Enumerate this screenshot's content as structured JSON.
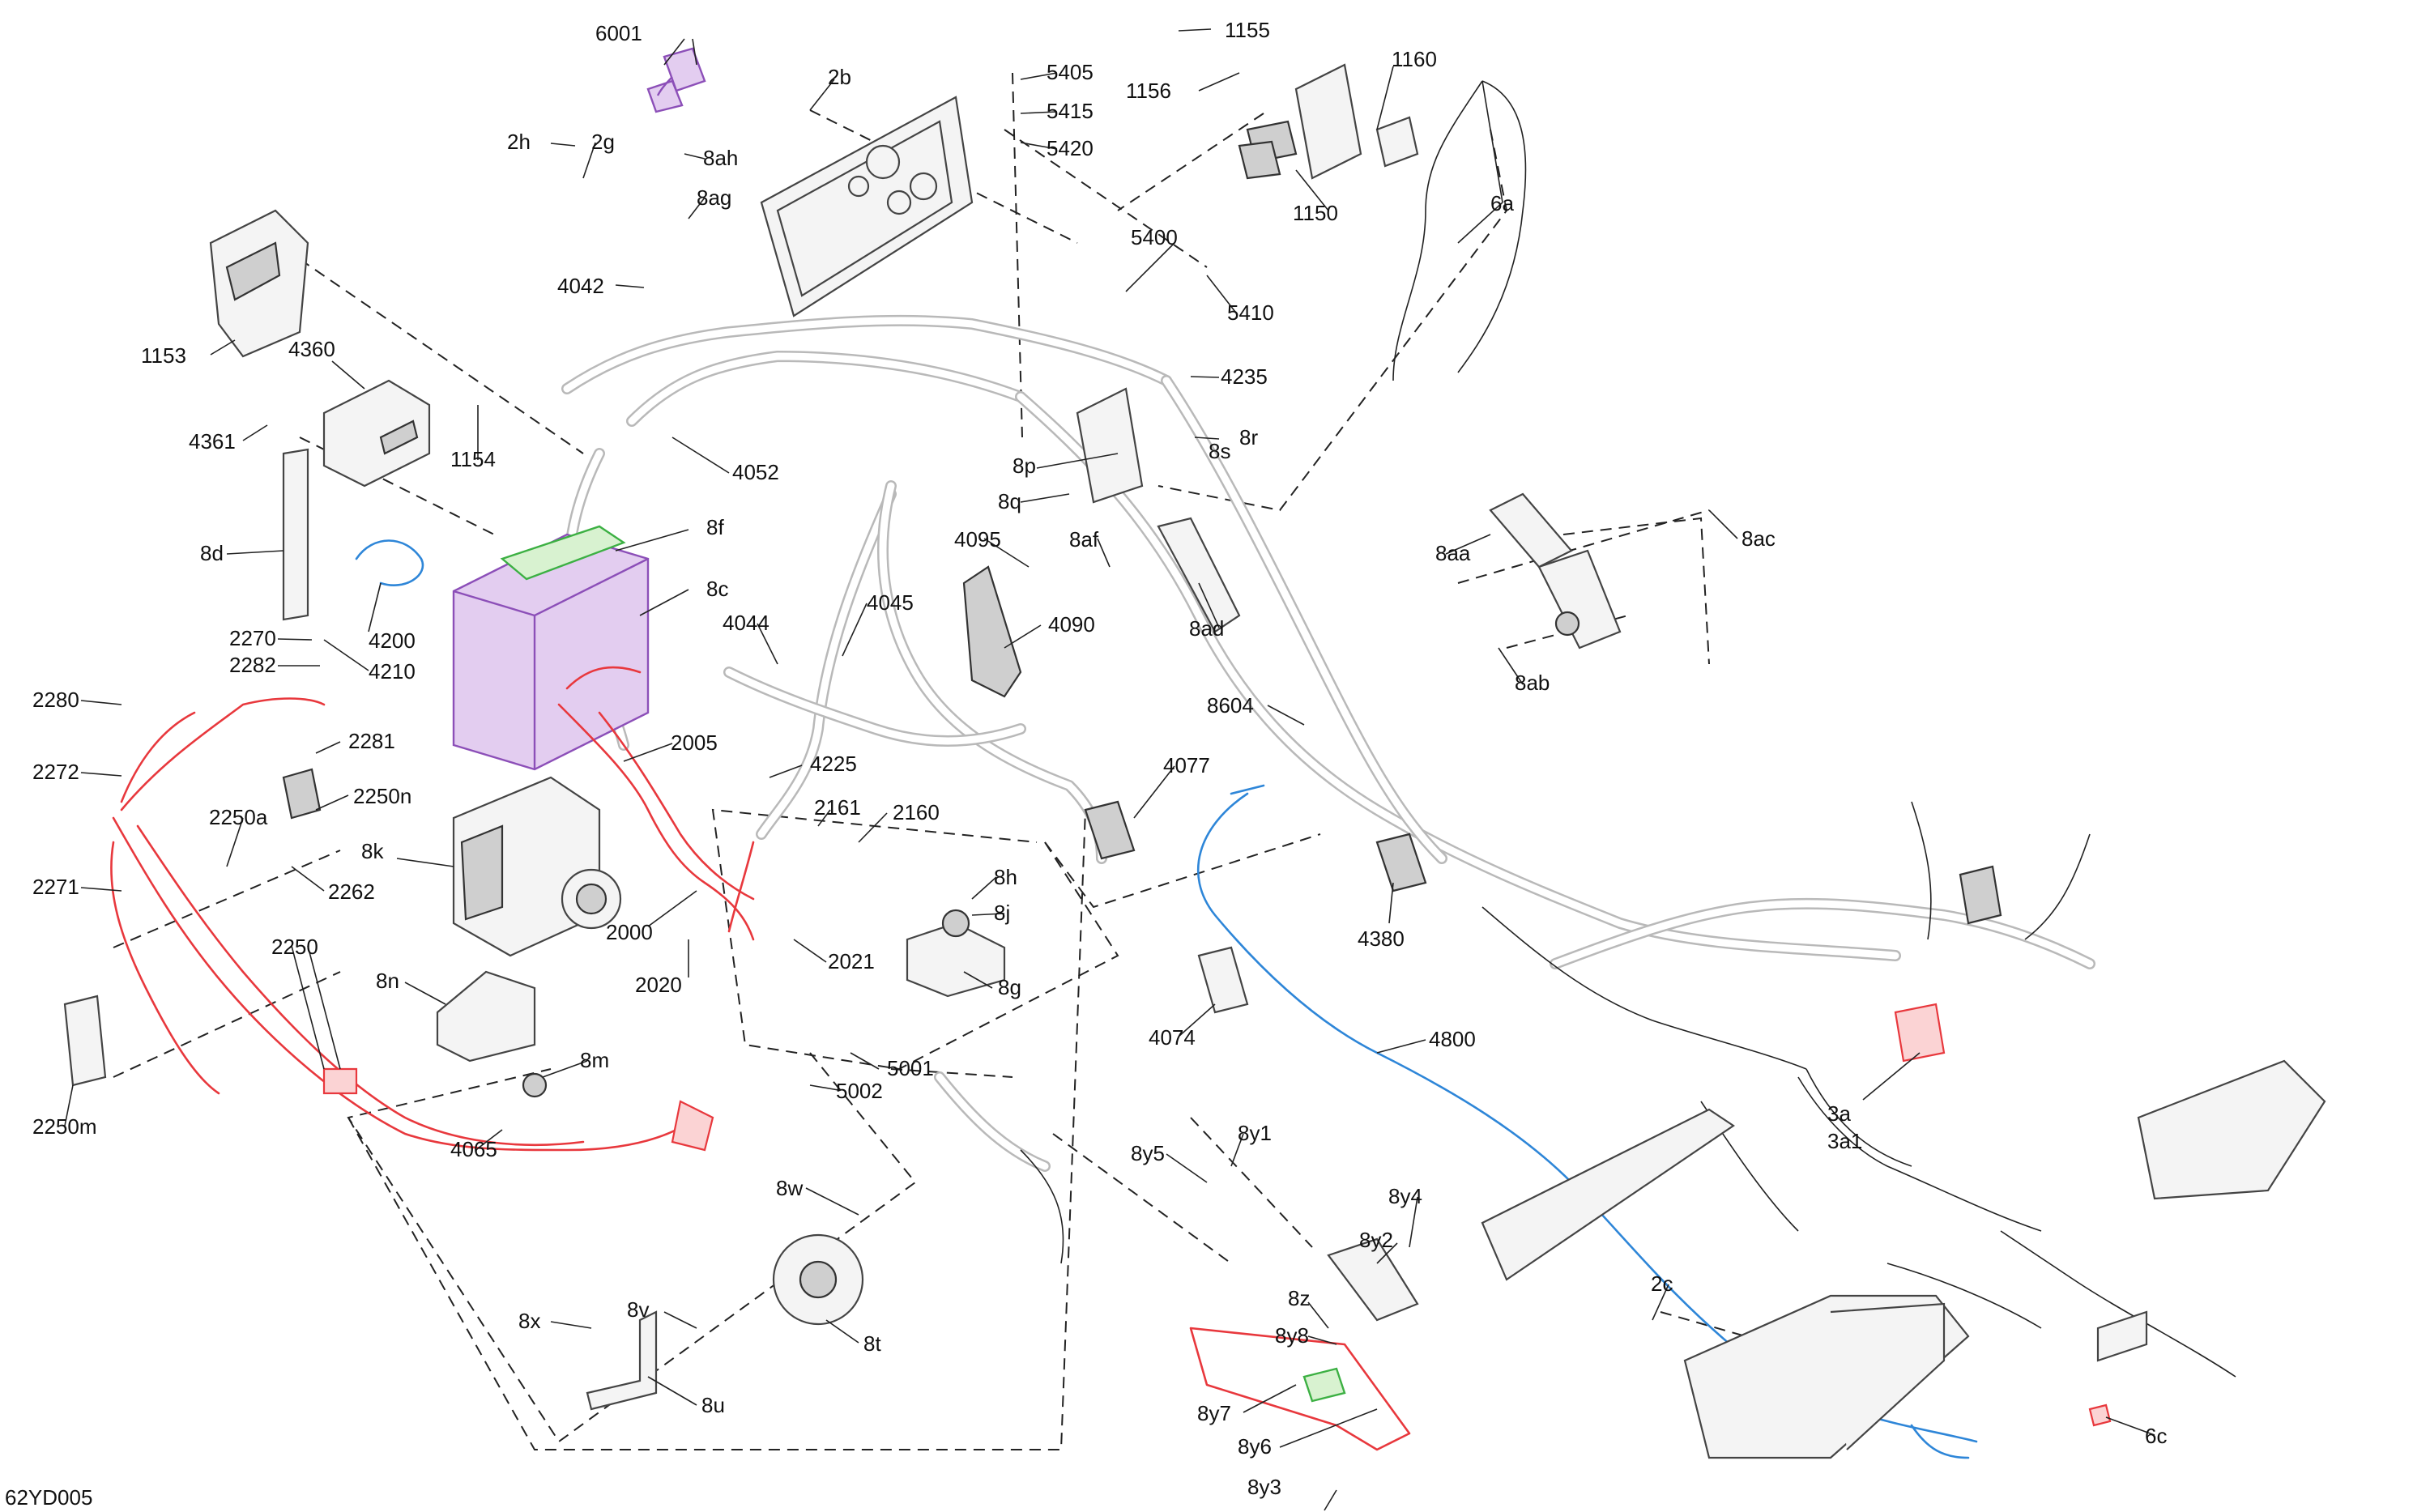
{
  "figure_code": "62YD005",
  "colors": {
    "harness_gray": "#b9b9b9",
    "highlight_red": "#e8383d",
    "highlight_blue": "#2e86d8",
    "highlight_purple": "#8c4fb8",
    "highlight_green": "#3cb043"
  },
  "callouts": {
    "c6001": "6001",
    "c2b": "2b",
    "c2h": "2h",
    "c2g": "2g",
    "c8ah": "8ah",
    "c8ag": "8ag",
    "c1155": "1155",
    "c1156": "1156",
    "c1160": "1160",
    "c1150": "1150",
    "c6a": "6a",
    "c5405": "5405",
    "c5415": "5415",
    "c5420": "5420",
    "c5400": "5400",
    "c5410": "5410",
    "c4042": "4042",
    "c1153": "1153",
    "c4360": "4360",
    "c4361": "4361",
    "c1154": "1154",
    "c4052": "4052",
    "c4235": "4235",
    "c8r": "8r",
    "c8s": "8s",
    "c8p": "8p",
    "c8q": "8q",
    "c8f": "8f",
    "c8c": "8c",
    "c8d": "8d",
    "c4200": "4200",
    "c4210": "4210",
    "c2270": "2270",
    "c2282": "2282",
    "c2280": "2280",
    "c2272": "2272",
    "c2281": "2281",
    "c2250n": "2250n",
    "c2250a": "2250a",
    "c2262": "2262",
    "c2271": "2271",
    "c2250": "2250",
    "c2250m": "2250m",
    "c4065": "4065",
    "c8k": "8k",
    "c8n": "8n",
    "c8m": "8m",
    "c2005": "2005",
    "c2000": "2000",
    "c2020": "2020",
    "c2021": "2021",
    "c2161": "2161",
    "c2160": "2160",
    "c4044": "4044",
    "c4045": "4045",
    "c4225": "4225",
    "c4095": "4095",
    "c8af": "8af",
    "c4090": "4090",
    "c8ad": "8ad",
    "c8604": "8604",
    "c8aa": "8aa",
    "c8ac": "8ac",
    "c8ab": "8ab",
    "c4077": "4077",
    "c4380": "4380",
    "c4074": "4074",
    "c4800": "4800",
    "c8h": "8h",
    "c8j": "8j",
    "c8g": "8g",
    "c5001": "5001",
    "c5002": "5002",
    "c8w": "8w",
    "c8v": "8v",
    "c8x": "8x",
    "c8t": "8t",
    "c8u": "8u",
    "c8y5": "8y5",
    "c8y1": "8y1",
    "c8y4": "8y4",
    "c8y2": "8y2",
    "c8z": "8z",
    "c8y8": "8y8",
    "c8y7": "8y7",
    "c8y6": "8y6",
    "c8y3": "8y3",
    "c2c": "2c",
    "c3a": "3a",
    "c3a1": "3a1",
    "c6c": "6c"
  }
}
